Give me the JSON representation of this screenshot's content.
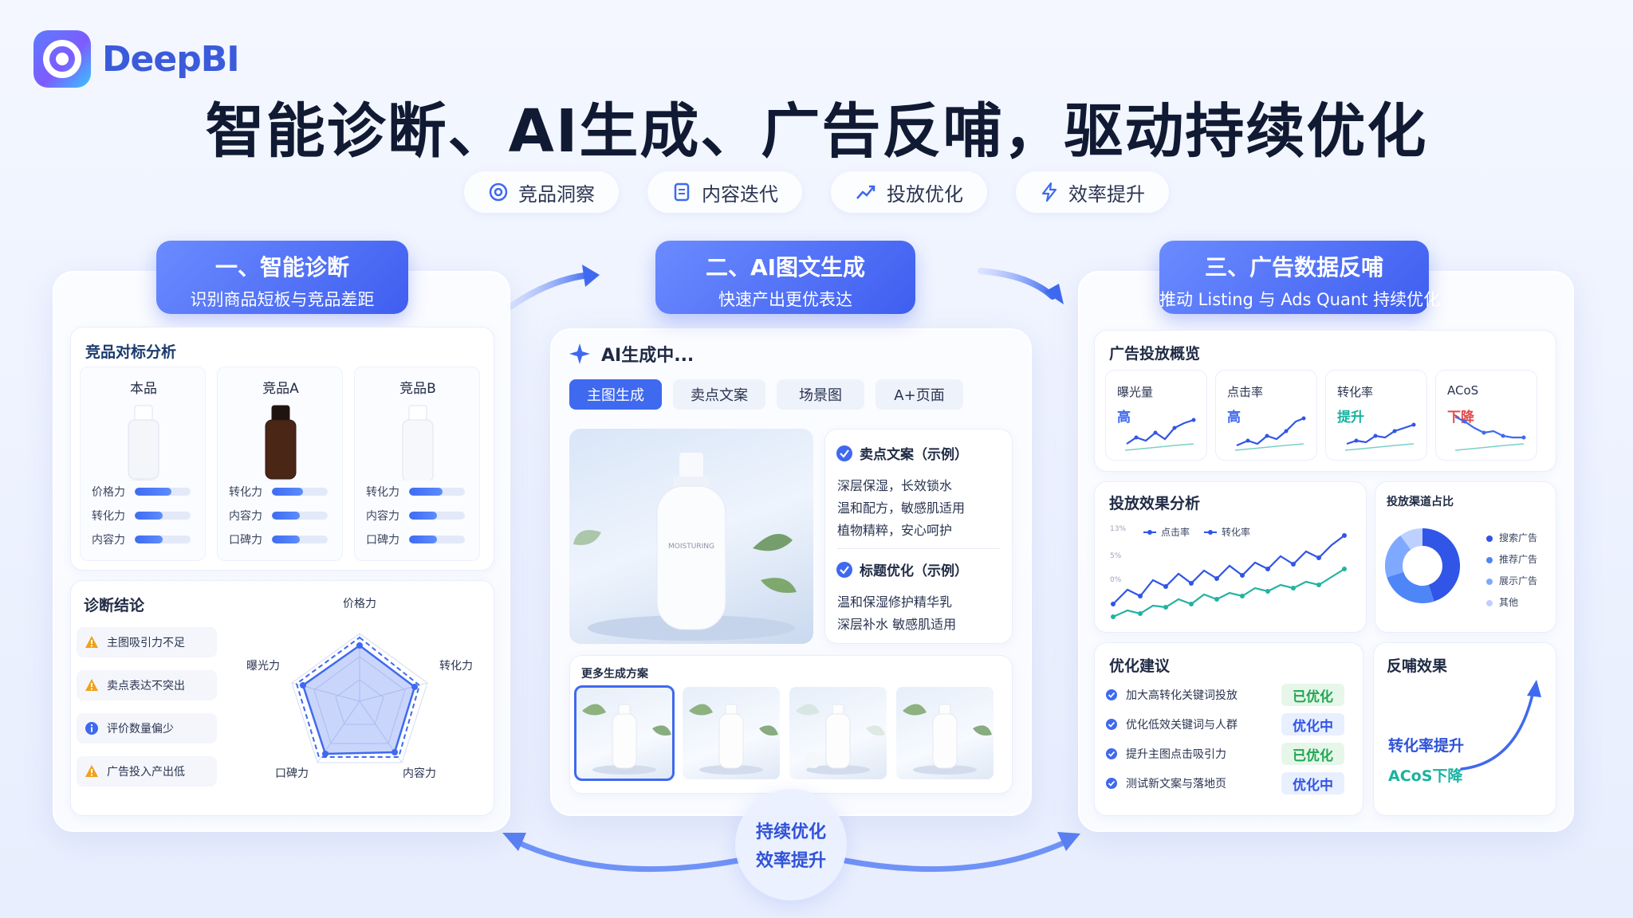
{
  "brand": {
    "name": "DeepBI",
    "accent": "#3f69ef"
  },
  "title": "智能诊断、AI生成、广告反哺，驱动持续优化",
  "pills": [
    {
      "icon": "target-icon",
      "label": "竞品洞察"
    },
    {
      "icon": "document-icon",
      "label": "内容迭代"
    },
    {
      "icon": "trend-up-icon",
      "label": "投放优化"
    },
    {
      "icon": "lightning-icon",
      "label": "效率提升"
    }
  ],
  "section1": {
    "tag_title": "一、智能诊断",
    "tag_sub": "识别商品短板与竞品差距",
    "benchmark_title": "竞品对标分析",
    "products": [
      {
        "name": "本品",
        "metrics": [
          {
            "label": "价格力",
            "value": 0.65
          },
          {
            "label": "转化力",
            "value": 0.5
          },
          {
            "label": "内容力",
            "value": 0.5
          }
        ]
      },
      {
        "name": "竞品A",
        "metrics": [
          {
            "label": "转化力",
            "value": 0.55
          },
          {
            "label": "内容力",
            "value": 0.5
          },
          {
            "label": "口碑力",
            "value": 0.5
          }
        ]
      },
      {
        "name": "竞品B",
        "metrics": [
          {
            "label": "转化力",
            "value": 0.6
          },
          {
            "label": "内容力",
            "value": 0.5
          },
          {
            "label": "口碑力",
            "value": 0.5
          }
        ]
      }
    ],
    "diagnosis_title": "诊断结论",
    "issues": [
      {
        "icon": "warning-icon",
        "text": "主图吸引力不足"
      },
      {
        "icon": "warning-icon",
        "text": "卖点表达不突出"
      },
      {
        "icon": "info-icon",
        "text": "评价数量偏少"
      },
      {
        "icon": "warning-icon",
        "text": "广告投入产出低"
      }
    ],
    "radar_labels": [
      "价格力",
      "转化力",
      "内容力",
      "口碑力",
      "曝光力"
    ]
  },
  "section2": {
    "tag_title": "二、AI图文生成",
    "tag_sub": "快速产出更优表达",
    "generating": "AI生成中...",
    "tabs": [
      "主图生成",
      "卖点文案",
      "场景图",
      "A+页面"
    ],
    "active_tab": 0,
    "copy_title": "卖点文案（示例）",
    "copy_lines": [
      "深层保湿，长效锁水",
      "温和配方，敏感肌适用",
      "植物精粹，安心呵护"
    ],
    "title_opt": "标题优化（示例）",
    "title_lines": [
      "温和保湿修护精华乳",
      "深层补水 敏感肌适用"
    ],
    "more_title": "更多生成方案",
    "bottle_label": "MOISTURING"
  },
  "section3": {
    "tag_title": "三、广告数据反哺",
    "tag_sub": "推动 Listing 与 Ads Quant 持续优化",
    "overview_title": "广告投放概览",
    "metrics": [
      {
        "label": "曝光量",
        "trend": "高",
        "color": "#3f69ef"
      },
      {
        "label": "点击率",
        "trend": "高",
        "color": "#3f69ef"
      },
      {
        "label": "转化率",
        "trend": "提升",
        "color": "#18b3a0"
      },
      {
        "label": "ACoS",
        "trend": "下降",
        "color": "#e14b4b"
      }
    ],
    "effect_title": "投放效果分析",
    "legend": [
      "点击率",
      "转化率"
    ],
    "yticks": [
      "13%",
      "5%",
      "0%"
    ],
    "share_title": "投放渠道占比",
    "channels": [
      {
        "name": "搜索广告",
        "value": 45,
        "color": "#3155e6"
      },
      {
        "name": "推荐广告",
        "value": 25,
        "color": "#4f86f7"
      },
      {
        "name": "展示广告",
        "value": 20,
        "color": "#7fa9ff"
      },
      {
        "name": "其他",
        "value": 10,
        "color": "#bcd1ff"
      }
    ],
    "suggest_title": "优化建议",
    "suggestions": [
      {
        "text": "加大高转化关键词投放",
        "status": "已优化",
        "done": true
      },
      {
        "text": "优化低效关键词与人群",
        "status": "优化中",
        "done": false
      },
      {
        "text": "提升主图点击吸引力",
        "status": "已优化",
        "done": true
      },
      {
        "text": "测试新文案与落地页",
        "status": "优化中",
        "done": false
      }
    ],
    "feedback_title": "反哺效果",
    "feedback_lines": [
      "转化率提升",
      "ACoS下降"
    ]
  },
  "loop": {
    "line1": "持续优化",
    "line2": "效率提升"
  }
}
